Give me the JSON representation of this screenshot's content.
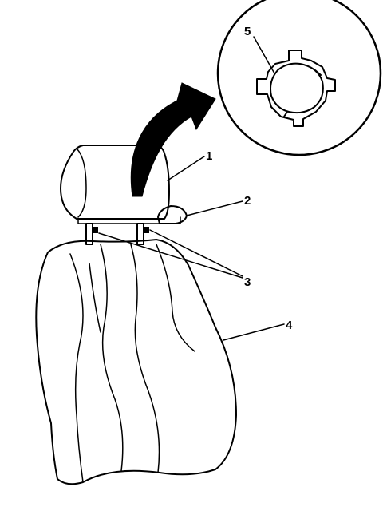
{
  "callouts": [
    {
      "id": "1",
      "label": "1"
    },
    {
      "id": "2",
      "label": "2"
    },
    {
      "id": "3",
      "label": "3"
    },
    {
      "id": "4",
      "label": "4"
    },
    {
      "id": "5",
      "label": "5"
    }
  ],
  "colors": {
    "line": "#000000",
    "background": "#ffffff",
    "arrow_fill": "#000000"
  },
  "icons": [
    "curved-arrow-icon"
  ]
}
